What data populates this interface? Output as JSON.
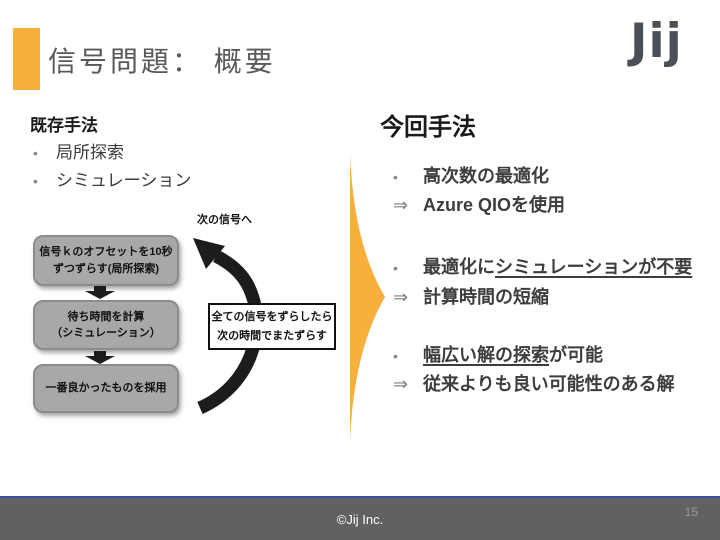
{
  "header": {
    "title": "信号問題： 概要",
    "logo": "Jij"
  },
  "colors": {
    "accent_orange": "#F9AF3B",
    "title_gray": "#595959",
    "flow_box_gray": "#A8A8A8",
    "footer_gray": "#606163",
    "footer_line_blue": "#3E4D9E"
  },
  "left": {
    "heading": "既存手法",
    "bullet_glyph": "•",
    "bullets": [
      "局所探索",
      "シミュレーション"
    ]
  },
  "flowchart": {
    "loop_label": "次の信号へ",
    "box1_line1": "信号ｋのオフセットを10秒",
    "box1_line2": "ずつずらす(局所探索)",
    "box2_line1": "待ち時間を計算",
    "box2_line2": "（シミュレーション）",
    "box3_line1": "一番良かったものを採用",
    "note_line1": "全ての信号をずらしたら",
    "note_line2": "次の時間でまたずらす"
  },
  "right": {
    "heading": "今回手法",
    "bullet_glyph": "•",
    "groups": [
      {
        "pre": "高次数の最適化",
        "underline": "",
        "post": "",
        "arrow": "⇒",
        "result": "Azure QIOを使用"
      },
      {
        "pre": "最適化に",
        "underline": "シミュレーションが不要",
        "post": "",
        "arrow": "⇒",
        "result": "計算時間の短縮"
      },
      {
        "pre": "",
        "underline": "幅広い解の探索",
        "post": "が可能",
        "arrow": "⇒",
        "result": "従来よりも良い可能性のある解"
      }
    ]
  },
  "footer": {
    "copyright": "©Jij Inc.",
    "page": "15"
  }
}
